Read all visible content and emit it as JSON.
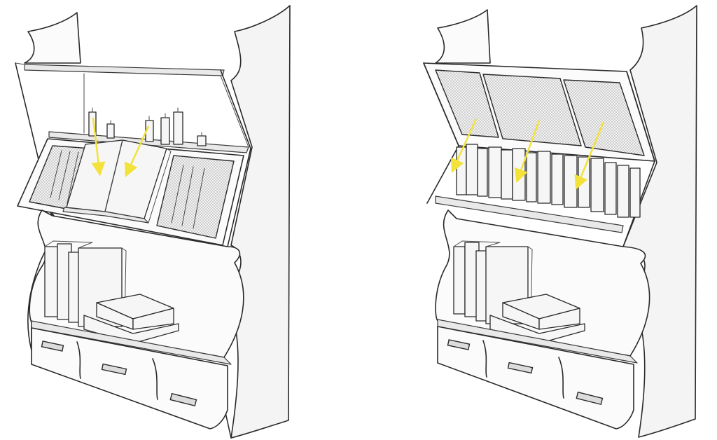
{
  "figure": {
    "panels": [
      {
        "id": "left",
        "description_icons": [
          "bookshelf-icon",
          "open-book-icon",
          "candle-icon"
        ],
        "arrow_count": 2
      },
      {
        "id": "right",
        "description_icons": [
          "bookshelf-icon",
          "glass-cabinet-icon",
          "book-row-icon"
        ],
        "arrow_count": 3
      }
    ],
    "colors": {
      "arrow": "#f2e23a",
      "ink": "#2a2a2a",
      "paper": "#ffffff",
      "mesh": "#9a9a9a"
    }
  }
}
